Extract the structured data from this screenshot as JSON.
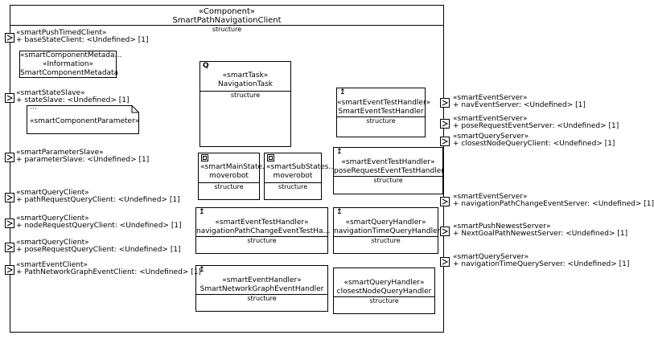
{
  "component": {
    "stereotype": "«Component»",
    "name": "SmartPathNavigationClient",
    "compartment": "structure"
  },
  "metadata": {
    "line1": "«smartComponentMetada…",
    "line2": "«Information»",
    "line3": "SmartComponentMetadata"
  },
  "parameter_note": {
    "icon_text": "⋯",
    "label": "«smartComponentParameter»"
  },
  "inner_blocks": {
    "task": {
      "stereotype": "«smartTask»",
      "name": "NavigationTask",
      "compartment": "structure",
      "icon": "Q"
    },
    "main_states": {
      "stereotype": "«smartMainState…",
      "name": "moverobot",
      "compartment": "structure"
    },
    "sub_states": {
      "stereotype": "«smartSubStates…",
      "name": "moverobot",
      "compartment": "structure"
    },
    "event_test_1": {
      "stereotype": "«smartEventTestHandler»",
      "name": "SmartEventTestHandler",
      "compartment": "structure"
    },
    "event_test_2": {
      "stereotype": "«smartEventTestHandler»",
      "name": "poseRequestEventTestHandler",
      "compartment": "structure"
    },
    "event_test_3": {
      "stereotype": "«smartEventTestHandler»",
      "name": "navigationPathChangeEventTestHa…",
      "compartment": "structure"
    },
    "query_handler_1": {
      "stereotype": "«smartQueryHandler»",
      "name": "navigationTimeQueryHandler",
      "compartment": "structure"
    },
    "event_handler": {
      "stereotype": "«smartEventHandler»",
      "name": "SmartNetworkGraphEventHandler",
      "compartment": "structure"
    },
    "query_handler_2": {
      "stereotype": "«smartQueryHandler»",
      "name": "closestNodeQueryHandler",
      "compartment": "structure"
    }
  },
  "left_ports": [
    {
      "stereotype": "«smartPushTimedClient»",
      "name": "+ baseStateClient: <Undefined> [1]"
    },
    {
      "stereotype": "«smartStateSlave»",
      "name": "+ stateSlave: <Undefined> [1]"
    },
    {
      "stereotype": "«smartParameterSlave»",
      "name": "+ parameterSlave: <Undefined> [1]"
    },
    {
      "stereotype": "«smartQueryClient»",
      "name": "+ pathRequestQueryClient: <Undefined> [1]"
    },
    {
      "stereotype": "«smartQueryClient»",
      "name": "+ nodeRequestQueryClient: <Undefined> [1]"
    },
    {
      "stereotype": "«smartQueryClient»",
      "name": "+ poseRequestQueryClient: <Undefined> [1]"
    },
    {
      "stereotype": "«smartEventClient»",
      "name": "+ PathNetworkGraphEventClient: <Undefined> [1]"
    }
  ],
  "right_ports": [
    {
      "stereotype": "«smartEventServer»",
      "name": "+ navEventServer: <Undefined> [1]"
    },
    {
      "stereotype": "«smartEventServer»",
      "name": "+ poseRequestEventServer: <Undefined> [1]"
    },
    {
      "stereotype": "«smartQueryServer»",
      "name": "+ closestNodeQueryClient: <Undefined> [1]"
    },
    {
      "stereotype": "«smartEventServer»",
      "name": "+ navigationPathChangeEventServer: <Undefined> [1]"
    },
    {
      "stereotype": "«smartPushNewestServer»",
      "name": "+ NextGoalPathNewestServer: <Undefined> [1]"
    },
    {
      "stereotype": "«smartQueryServer»",
      "name": "+ navigationTimeQueryServer: <Undefined> [1]"
    }
  ]
}
